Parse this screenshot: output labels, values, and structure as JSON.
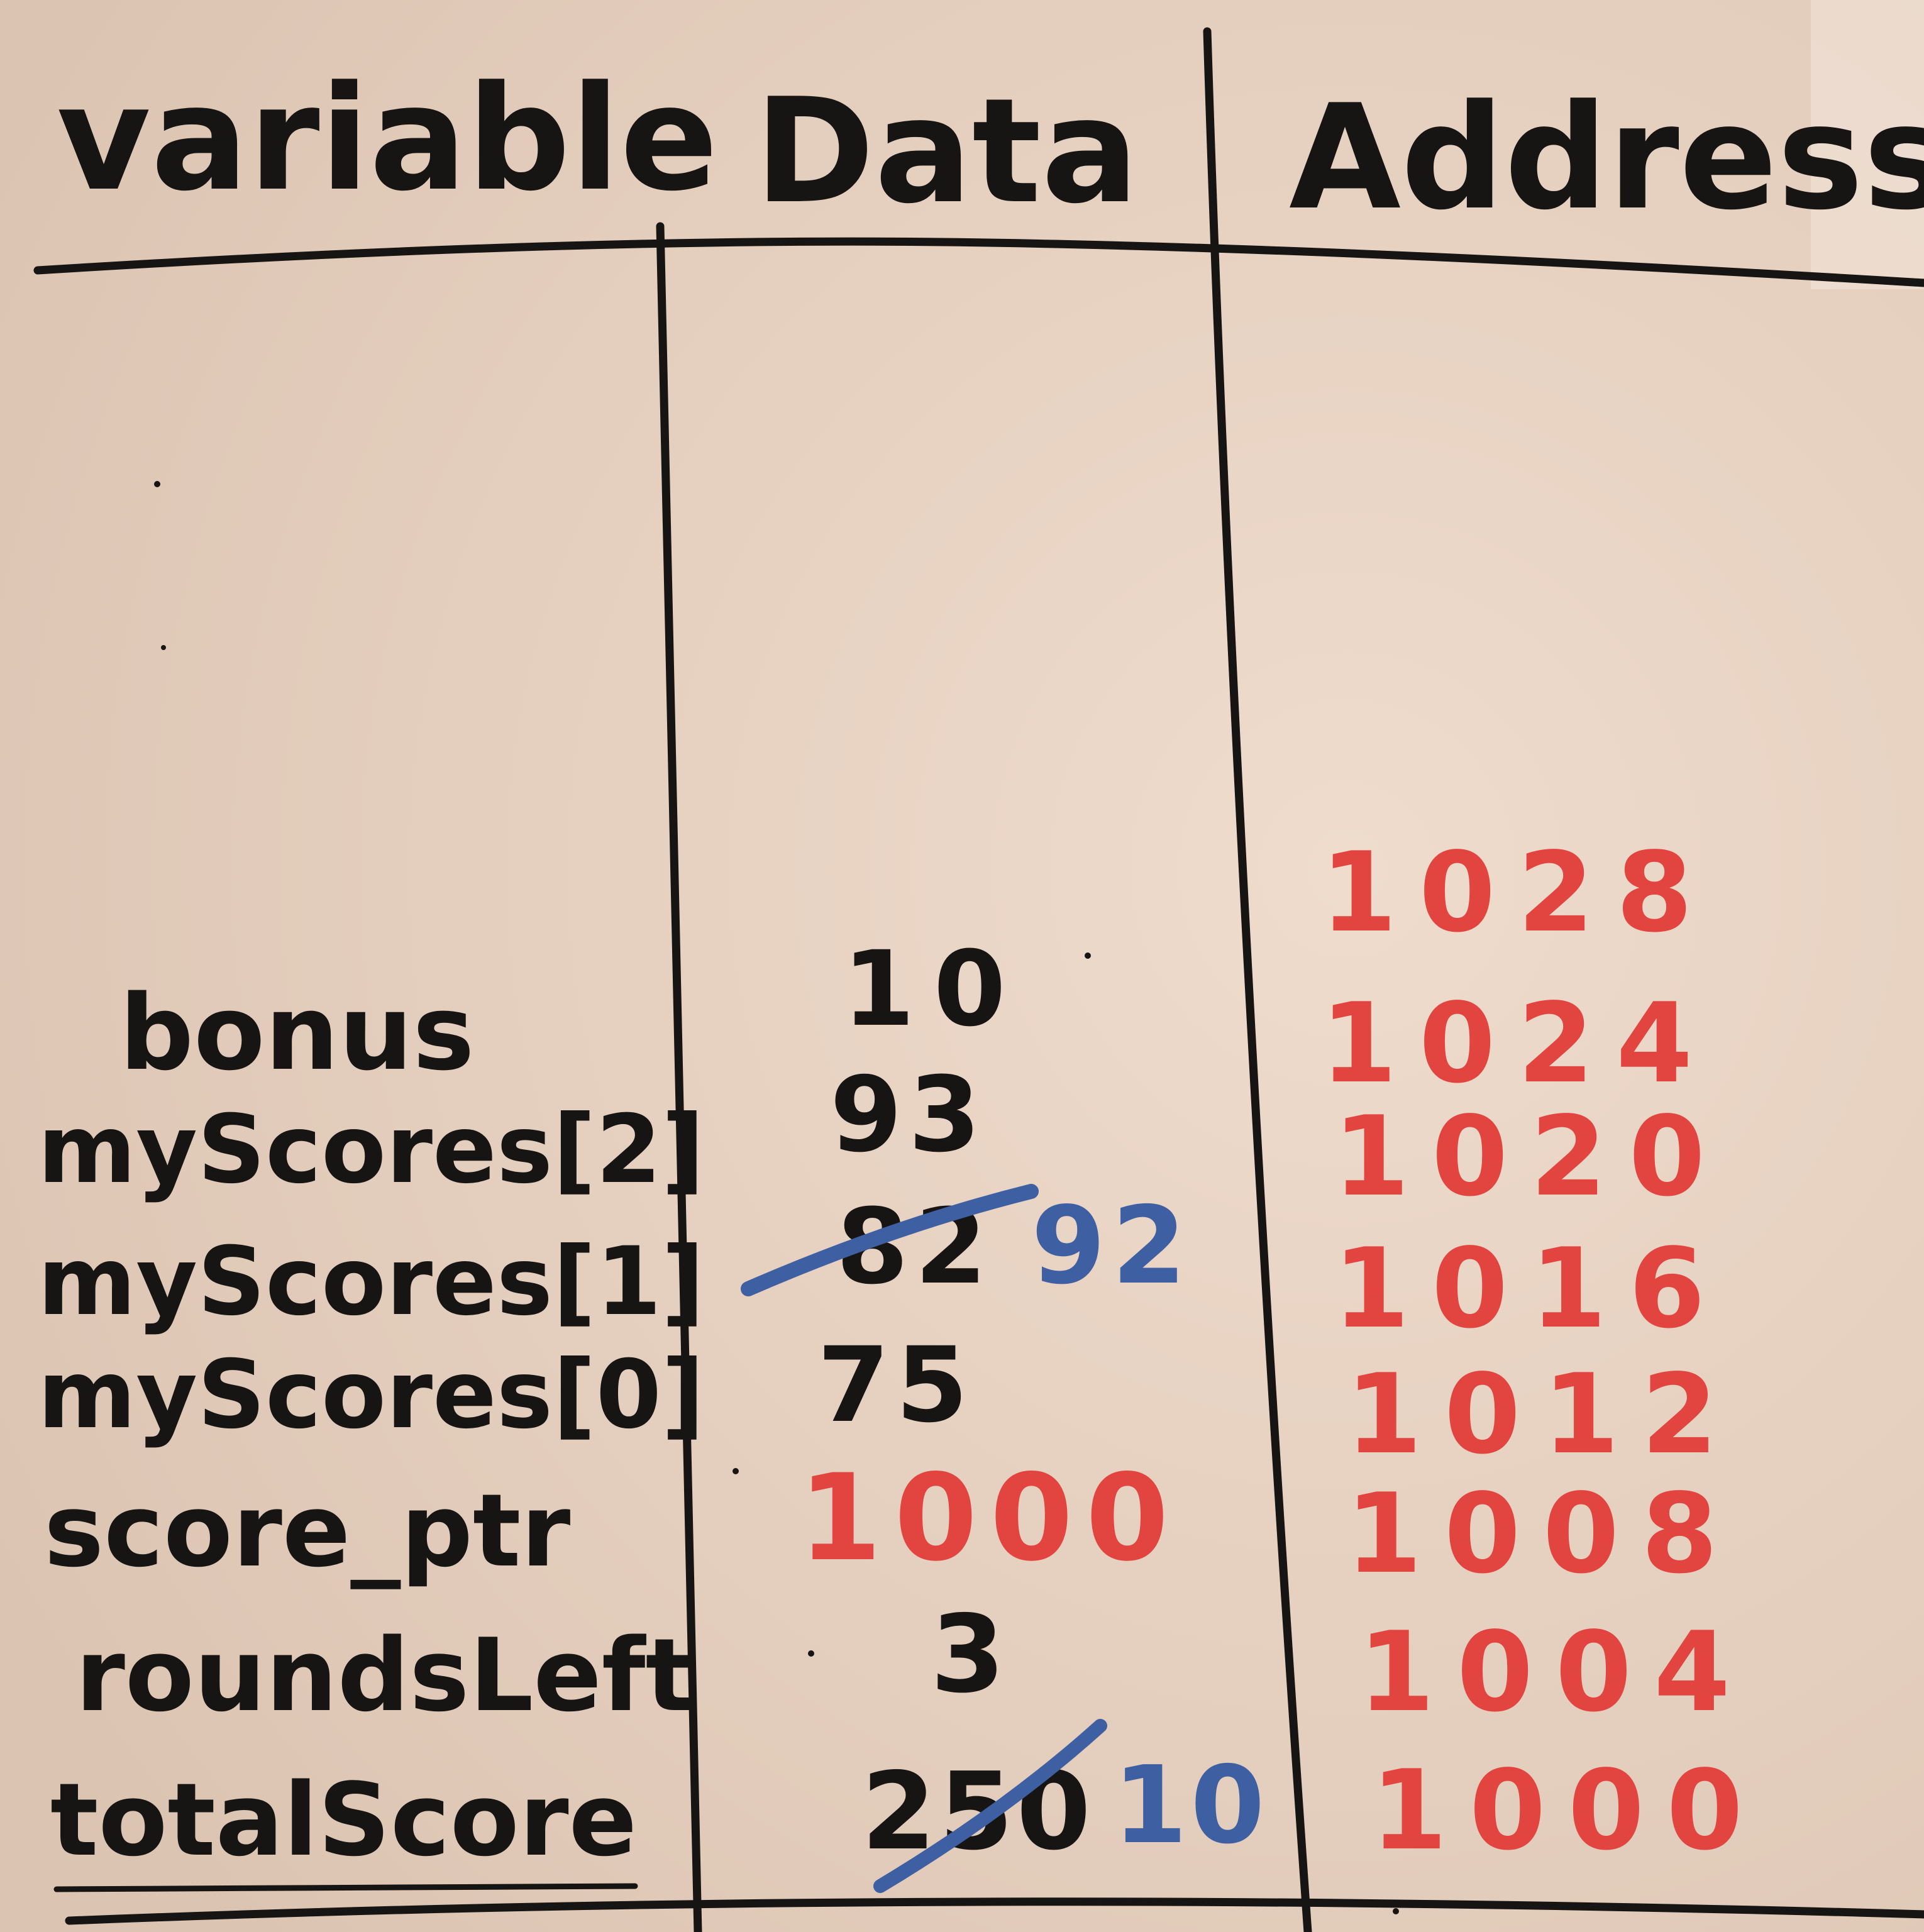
{
  "headers": {
    "variable": "variable",
    "data": "Data",
    "address": "Address"
  },
  "extra_address": "1028",
  "rows": [
    {
      "variable": "bonus",
      "data": "10",
      "address": "1024"
    },
    {
      "variable": "myScores[2]",
      "data": "93",
      "address": "1020"
    },
    {
      "variable": "myScores[1]",
      "data": "82",
      "data_correction": "92",
      "address": "1016"
    },
    {
      "variable": "myScores[0]",
      "data": "75",
      "address": "1012"
    },
    {
      "variable": "score_ptr",
      "data": "1000",
      "address": "1008"
    },
    {
      "variable": "roundsLeft",
      "data": "3",
      "address": "1004"
    },
    {
      "variable": "totalScore",
      "data": "250",
      "data_correction": "10",
      "address": "1000"
    }
  ],
  "colors": {
    "board": "#e9d5c6",
    "black_marker": "#161514",
    "red_marker": "#e2443f",
    "blue_marker": "#3f5fa3"
  }
}
